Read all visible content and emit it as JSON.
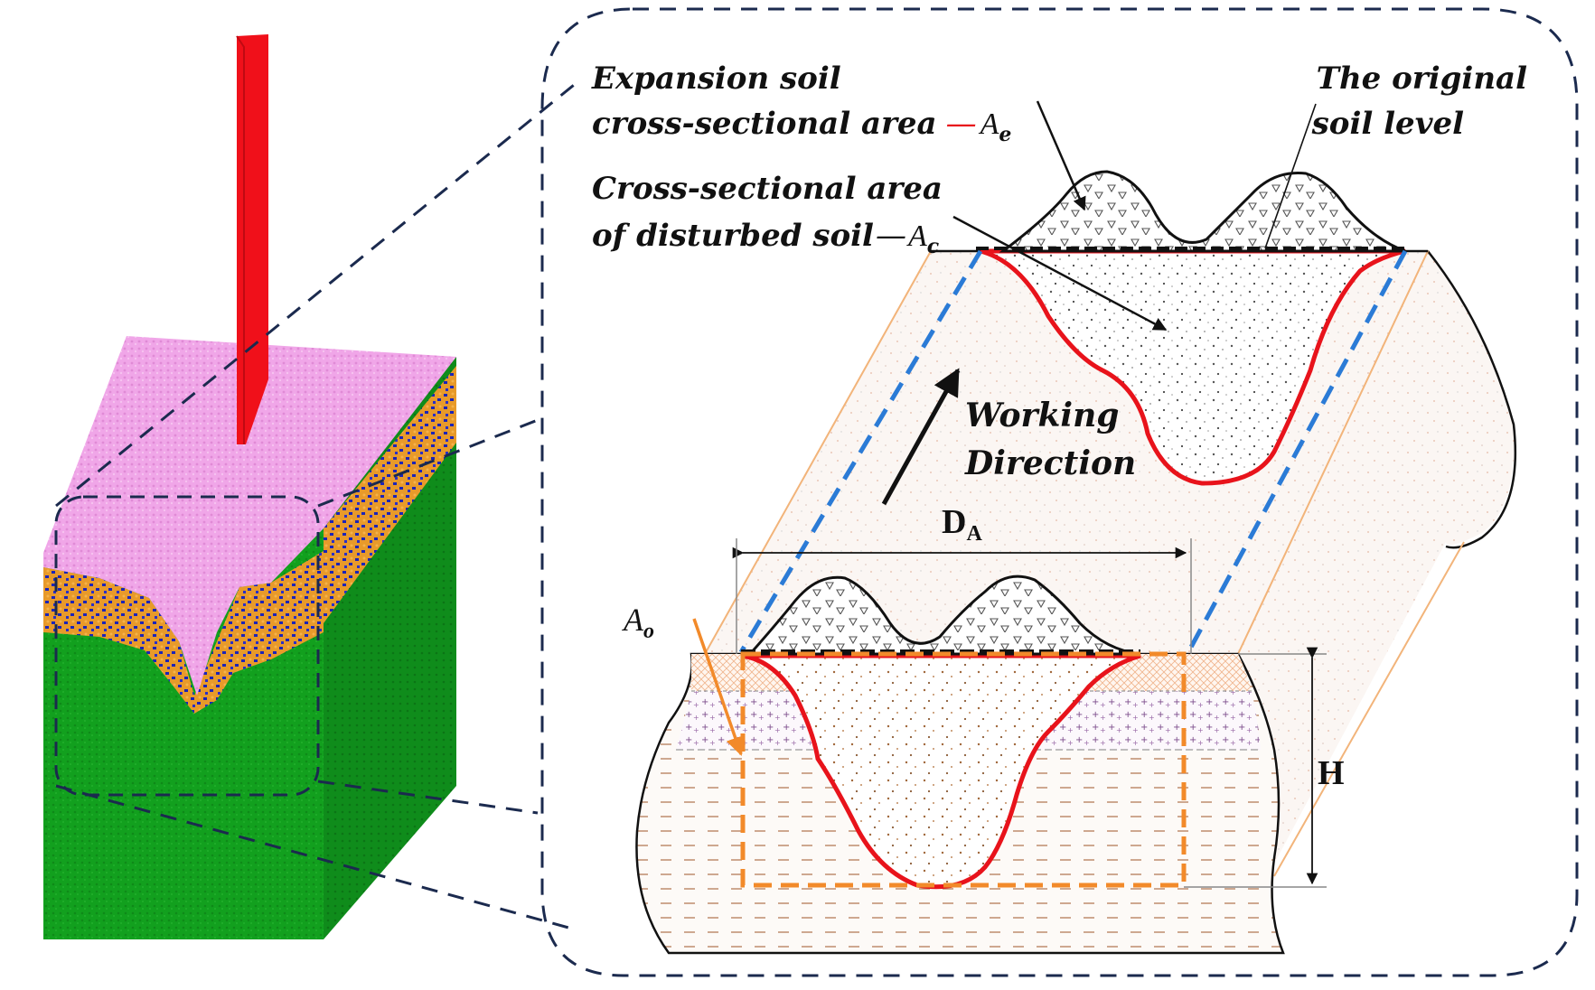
{
  "figure": {
    "labels": {
      "expansion_line1": "Expansion soil",
      "expansion_line2": "cross-sectional area",
      "expansion_dash": "—",
      "expansion_symbol": "A",
      "expansion_sub": "e",
      "original_line1": "The original",
      "original_line2": "soil level",
      "disturbed_line1": "Cross-sectional area",
      "disturbed_line2": "of disturbed soil",
      "disturbed_dash": "—",
      "disturbed_symbol": "A",
      "disturbed_sub": "c",
      "working_line1": "Working",
      "working_line2": "Direction",
      "width_symbol": "D",
      "width_sub": "A",
      "height_symbol": "H",
      "ao_symbol": "A",
      "ao_sub": "o"
    },
    "colors": {
      "furrow_outline": "#e8131b",
      "blade": "#f0101a",
      "top_soil": "#f0a6e8",
      "mixed_soil_orange": "#e89a2a",
      "mixed_soil_blue": "#1c24b8",
      "deep_soil": "#12a01e",
      "callout_dash": "#1b2a4e",
      "blue_guide": "#2b7bd6",
      "orange_guide": "#f28a2a",
      "face_edge": "#f2b47a"
    }
  }
}
